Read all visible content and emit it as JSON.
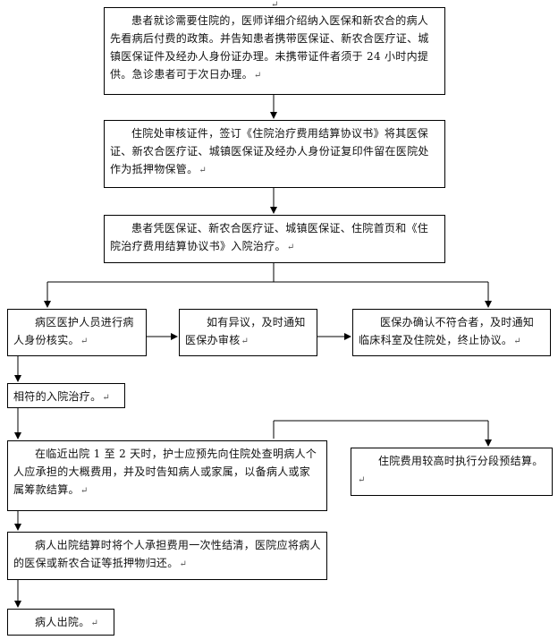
{
  "paragraph_mark": "↵",
  "steps": {
    "consult": "患者就诊需要住院的，医师详细介绍纳入医保和新农合的病人先看病后付费的政策。并告知患者携带医保证、新农合医疗证、城镇医保证件及经办人身份证办理。未携带证件者须于 24 小时内提供。急诊患者可于次日办理。",
    "verify_docs": "住院处审核证件，签订《住院治疗费用结算协议书》将其医保证、新农合医疗证、城镇医保证及经办人身份证复印件留在医院处作为抵押物保管。",
    "admit": "患者凭医保证、新农合医疗证、城镇医保证、住院首页和《住院治疗费用结算协议书》入院治疗。",
    "ward_check": "病区医护人员进行病人身份核实。",
    "objection": "如有异议，及时通知医保办审核",
    "mismatch": "医保办确认不符合者，及时通知临床科室及住院处，终止协议。",
    "match": "相符的入院治疗。",
    "pre_discharge": "在临近出院 1 至 2 天时，护士应预先向住院处查明病人个人应承担的大概费用，并及时告知病人或家属，以备病人或家属筹款结算。",
    "staged": "住院费用较高时执行分段预结算。",
    "settle": "病人出院结算时将个人承担费用一次性结清，医院应将病人的医保或新农合证等抵押物归还。",
    "discharge": "病人出院。"
  }
}
